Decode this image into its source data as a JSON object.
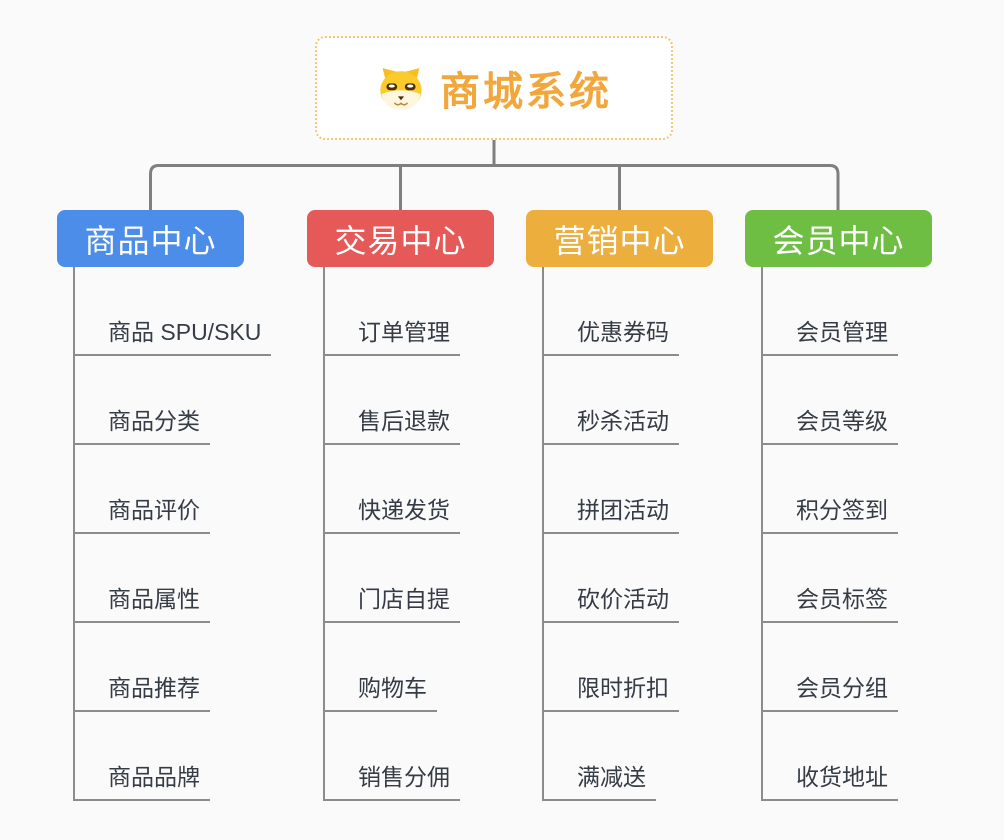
{
  "page": {
    "background": "#FAFAFA"
  },
  "connectors": {
    "color": "#7F7F7F"
  },
  "root": {
    "label": "商城系统",
    "text_color": "#F2A73D",
    "border_color": "#F5C576",
    "icon": "dog-face-icon"
  },
  "branches": [
    {
      "label": "商品中心",
      "color": "#4B8DE8",
      "items": [
        "商品 SPU/SKU",
        "商品分类",
        "商品评价",
        "商品属性",
        "商品推荐",
        "商品品牌"
      ]
    },
    {
      "label": "交易中心",
      "color": "#E55A58",
      "items": [
        "订单管理",
        "售后退款",
        "快递发货",
        "门店自提",
        "购物车",
        "销售分佣"
      ]
    },
    {
      "label": "营销中心",
      "color": "#ECAE3D",
      "items": [
        "优惠券码",
        "秒杀活动",
        "拼团活动",
        "砍价活动",
        "限时折扣",
        "满减送"
      ]
    },
    {
      "label": "会员中心",
      "color": "#6FBE44",
      "items": [
        "会员管理",
        "会员等级",
        "积分签到",
        "会员标签",
        "会员分组",
        "收货地址"
      ]
    }
  ]
}
